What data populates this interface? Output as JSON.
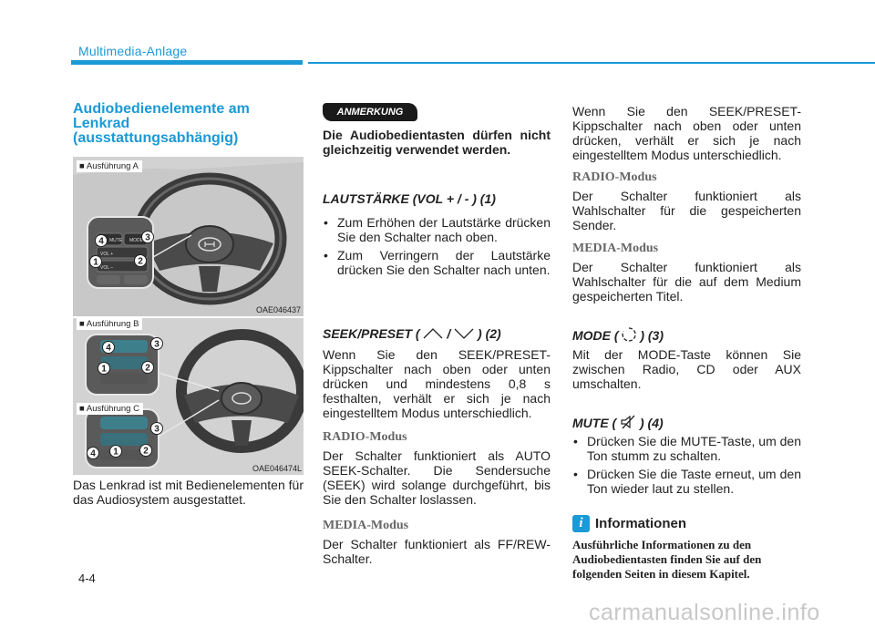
{
  "header": {
    "section": "Multimedia-Anlage"
  },
  "page_number": "4-4",
  "col1": {
    "title_lines": [
      "Audiobedienelemente am",
      "Lenkrad",
      "(ausstattungsabhängig)"
    ],
    "figure_a": {
      "label": "■ Ausführung A",
      "code": "OAE046437",
      "callouts": [
        "4",
        "3",
        "1",
        "2"
      ],
      "button_texts": [
        "MUTE",
        "MODE",
        "VOL +",
        "VOL –"
      ]
    },
    "figure_b": {
      "label": "■ Ausführung B",
      "callouts": [
        "4",
        "3",
        "1",
        "2"
      ]
    },
    "figure_c": {
      "label": "■ Ausführung C",
      "code": "OAE046474L",
      "callouts": [
        "3",
        "4",
        "1",
        "2"
      ]
    },
    "intro": "Das Lenkrad ist mit Bedienelementen für das Audiosystem ausgestattet."
  },
  "col2": {
    "badge": "ANMERKUNG",
    "note": "Die Audiobedientasten dürfen nicht gleichzeitig verwendet werden.",
    "vol_heading": "LAUTSTÄRKE (VOL + / - ) (1)",
    "vol_bullets": [
      "Zum Erhöhen der Lautstärke drücken Sie den Schalter nach oben.",
      "Zum Verringern der Lautstärke drücken Sie den Schalter nach unten."
    ],
    "seek_heading_prefix": "SEEK/PRESET (",
    "seek_heading_mid": "/",
    "seek_heading_suffix": ") (2)",
    "seek_text": "Wenn Sie den SEEK/PRESET-Kippschalter nach oben oder unten drücken und mindestens 0,8 s festhalten, verhält er sich je nach eingestelltem Modus unterschiedlich.",
    "radio_heading": "RADIO-Modus",
    "radio_text": "Der Schalter funktioniert als AUTO SEEK-Schalter. Die Sendersuche (SEEK) wird solange durchgeführt, bis Sie den Schalter loslassen.",
    "media_heading": "MEDIA-Modus",
    "media_text": "Der Schalter funktioniert als FF/REW-Schalter."
  },
  "col3": {
    "seek_text": "Wenn Sie den SEEK/PRESET-Kippschalter nach oben oder unten drücken, verhält er sich je nach eingestelltem Modus unterschiedlich.",
    "radio_heading": "RADIO-Modus",
    "radio_text": "Der Schalter funktioniert als Wahlschalter für die gespeicherten Sender.",
    "media_heading": "MEDIA-Modus",
    "media_text": "Der Schalter funktioniert als Wahlschalter für die auf dem Medium gespeicherten Titel.",
    "mode_heading_prefix": "MODE (",
    "mode_heading_suffix": ") (3)",
    "mode_text": "Mit der MODE-Taste können Sie zwischen Radio, CD oder AUX umschalten.",
    "mute_heading_prefix": "MUTE (",
    "mute_heading_suffix": ") (4)",
    "mute_bullets": [
      "Drücken Sie die MUTE-Taste, um den Ton stumm zu schalten.",
      "Drücken Sie die Taste erneut, um den Ton wieder laut zu stellen."
    ],
    "info_icon": "i",
    "info_title": "Informationen",
    "info_text": "Ausführliche Informationen zu den Audiobedientasten finden Sie auf den folgenden Seiten in diesem Kapitel."
  },
  "watermark": "carmanualsonline.info",
  "colors": {
    "accent": "#1a9ad6",
    "figure_bg": "#d2d2d2",
    "badge_bg": "#1a1a1a",
    "serif_heading": "#666666"
  },
  "icons": [
    "seek-up-chevron-icon",
    "seek-down-chevron-icon",
    "mode-icon",
    "mute-speaker-icon",
    "info-icon"
  ]
}
